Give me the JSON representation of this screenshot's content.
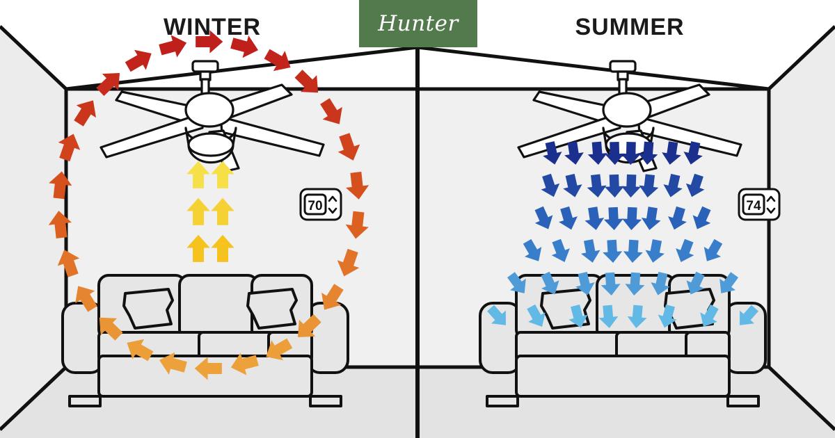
{
  "brand": {
    "name": "Hunter",
    "box_color": "#537a4d",
    "text_color": "#ffffff"
  },
  "panels": [
    {
      "id": "winter",
      "title": "WINTER",
      "thermostat": {
        "value": "70",
        "up_icon": "chevron-up-icon",
        "down_icon": "chevron-down-icon"
      },
      "fan": {
        "blades": 5,
        "has_light_kit": true,
        "icon": "ceiling-fan-icon"
      },
      "sofa": {
        "cushions": 3,
        "pillows": 2,
        "icon": "sofa-icon"
      },
      "airflow": {
        "pattern": "clockwise-circulation-loop",
        "description": "Warm air rises in center, loops outward along ceiling and down the walls",
        "updraft_arrows": 6,
        "updraft_color_top": "#f6e04a",
        "updraft_color_bottom": "#f5c21e",
        "loop_color_top": "#c0201c",
        "loop_color_mid": "#d9561d",
        "loop_color_bottom": "#eda13a"
      }
    },
    {
      "id": "summer",
      "title": "SUMMER",
      "thermostat": {
        "value": "74",
        "up_icon": "chevron-up-icon",
        "down_icon": "chevron-down-icon"
      },
      "fan": {
        "blades": 5,
        "has_light_kit": true,
        "icon": "ceiling-fan-icon"
      },
      "sofa": {
        "cushions": 3,
        "pillows": 2,
        "icon": "sofa-icon"
      },
      "airflow": {
        "pattern": "downward-fanning-breeze",
        "description": "Cool air pushed straight down and outward from the fan",
        "columns": 8,
        "color_top": "#1b2f8f",
        "color_mid": "#2f6fc4",
        "color_bottom": "#63b9e6"
      }
    }
  ],
  "scene": {
    "wall_color": "#f0f0f0",
    "side_wall_color": "#ececec",
    "floor_color": "#e3e3e3",
    "ceiling_color": "#ffffff",
    "outline_color": "#111111",
    "furniture_fill": "#e6e6e6"
  }
}
